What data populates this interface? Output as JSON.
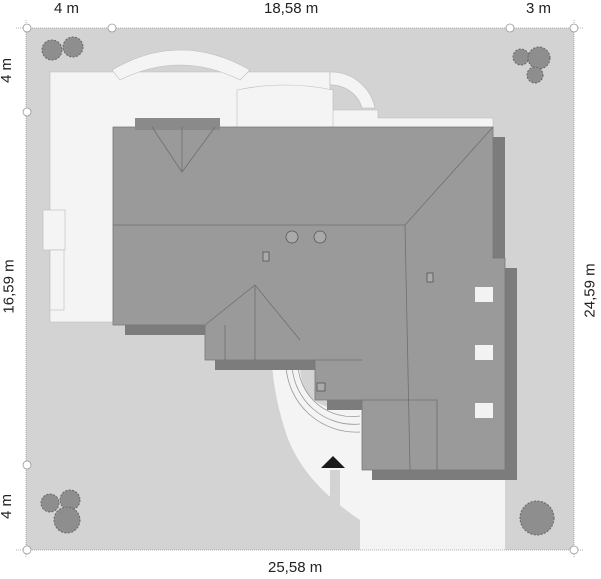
{
  "dimensions": {
    "top_left": "4 m",
    "top_middle": "18,58 m",
    "top_right": "3 m",
    "bottom": "25,58 m",
    "left_top": "4 m",
    "left_middle": "16,59 m",
    "left_bottom": "4 m",
    "right": "24,59 m"
  },
  "colors": {
    "lot": "#d3d3d3",
    "roof": "#9a9a9a",
    "roof_shadow": "#7c7c7c",
    "paving": "#f4f4f4",
    "tree": "#8e8e8e",
    "entrance_marker": "#1a1a1a"
  },
  "icons": {
    "entrance": "triangle-entrance-icon",
    "tree": "tree-icon",
    "dimension_node": "circle-node-icon"
  }
}
